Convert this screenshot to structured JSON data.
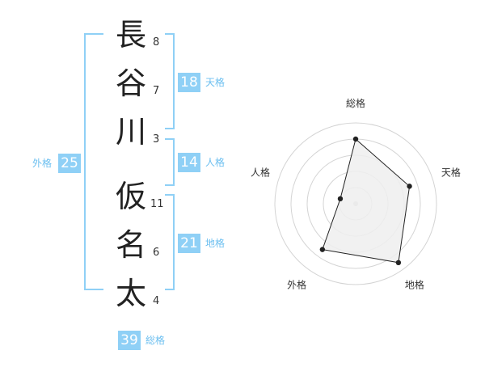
{
  "name": {
    "chars": [
      {
        "char": "長",
        "strokes": "8"
      },
      {
        "char": "谷",
        "strokes": "7"
      },
      {
        "char": "川",
        "strokes": "3"
      },
      {
        "char": "仮",
        "strokes": "11"
      },
      {
        "char": "名",
        "strokes": "6"
      },
      {
        "char": "太",
        "strokes": "4"
      }
    ]
  },
  "fortunes": {
    "tenkaku": {
      "value": "18",
      "label": "天格"
    },
    "jinkaku": {
      "value": "14",
      "label": "人格"
    },
    "chikaku": {
      "value": "21",
      "label": "地格"
    },
    "gaikaku": {
      "value": "25",
      "label": "外格"
    },
    "soukaku": {
      "value": "39",
      "label": "総格"
    }
  },
  "chart_data": {
    "type": "radar",
    "axes": [
      "総格",
      "天格",
      "地格",
      "外格",
      "人格"
    ],
    "values": [
      4,
      3.5,
      4.5,
      3.5,
      1
    ],
    "rmax": 5,
    "rings": 5
  }
}
